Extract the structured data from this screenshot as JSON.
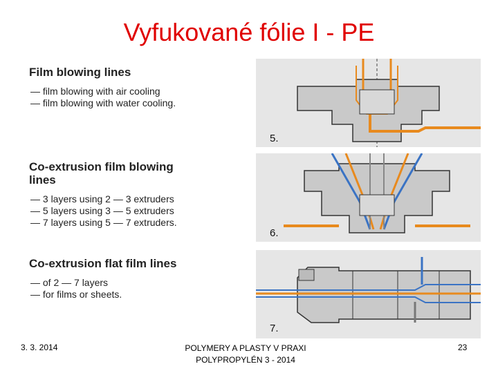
{
  "slide": {
    "title": "Vyfukované fólie I - PE"
  },
  "sections": [
    {
      "heading": "Film blowing lines",
      "items": [
        "— film blowing with air cooling",
        "— film blowing with water cooling."
      ],
      "figure": "5."
    },
    {
      "heading_line1": "Co-extrusion film blowing",
      "heading_line2": "lines",
      "items": [
        "— 3 layers using 2 — 3 extruders",
        "— 5 layers using 3 — 5 extruders",
        "— 7 layers using 5 — 7 extruders."
      ],
      "figure": "6."
    },
    {
      "heading": "Co-extrusion flat film lines",
      "items": [
        "— of 2 — 7 layers",
        "— for films or sheets."
      ],
      "figure": "7."
    }
  ],
  "footer": {
    "date": "3. 3. 2014",
    "center_line1": "POLYMERY A PLASTY V PRAXI",
    "center_line2": "POLYPROPYLÉN 3 - 2014",
    "page": "23"
  },
  "colors": {
    "title": "#e00000",
    "melt_orange": "#e88a1e",
    "melt_blue": "#3a73c4",
    "die_gray": "#c9c9c9"
  }
}
